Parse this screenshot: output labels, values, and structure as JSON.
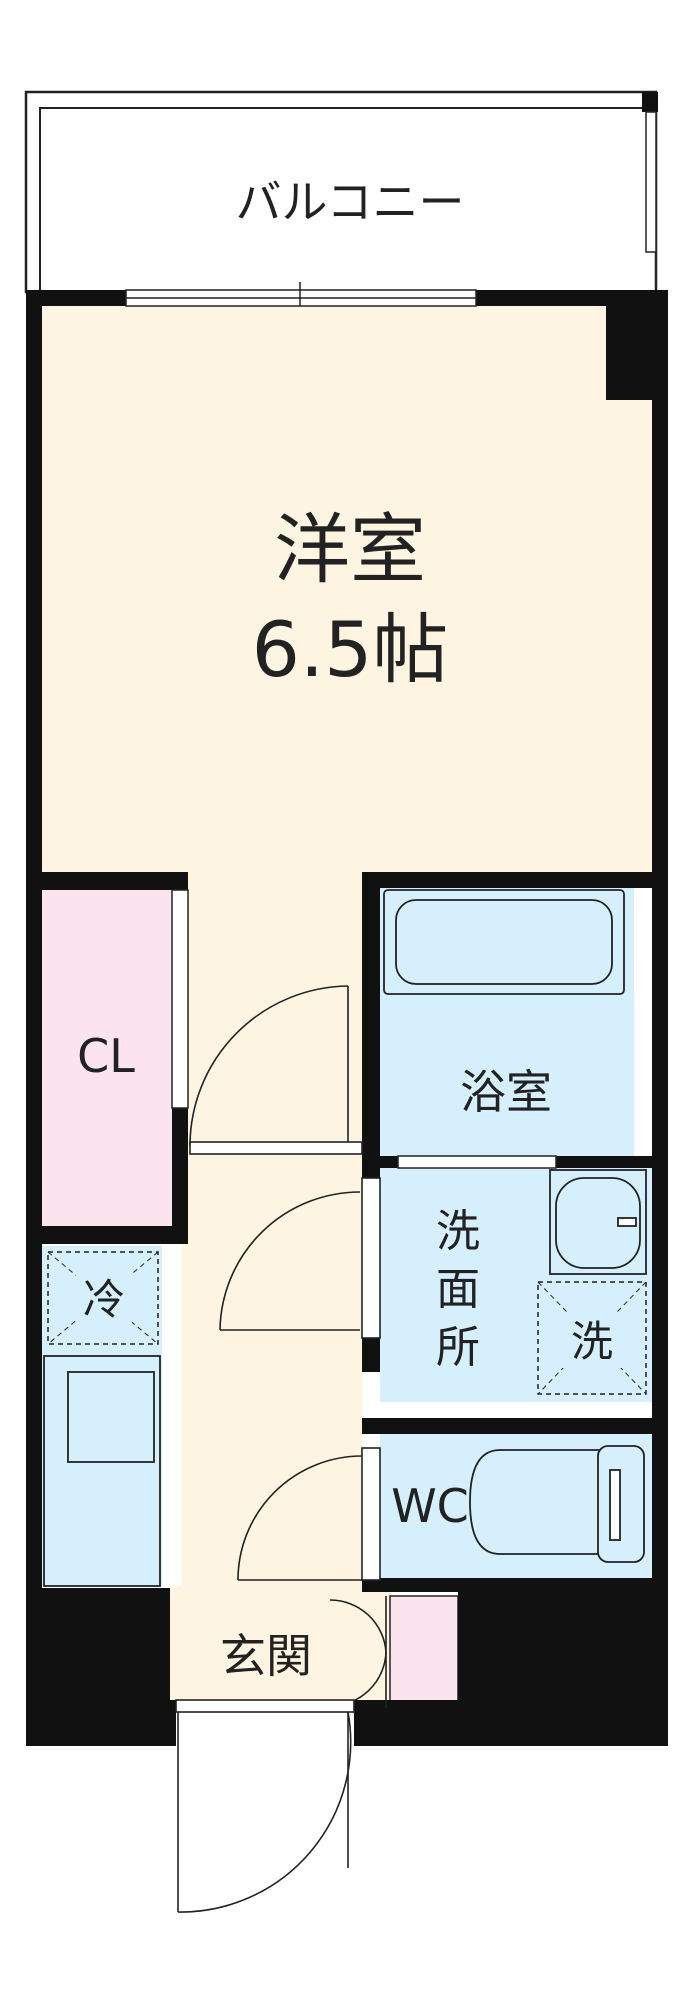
{
  "labels": {
    "balcony": "バルコニー",
    "western_room": "洋室",
    "western_room_size": "6.5帖",
    "closet": "CL",
    "bathroom": "浴室",
    "washroom_line1": "洗",
    "washroom_line2": "面",
    "washroom_line3": "所",
    "washer": "洗",
    "refrigerator": "冷",
    "toilet": "WC",
    "entrance": "玄関"
  },
  "colors": {
    "wall": "#111111",
    "living_floor": "#fdf5e2",
    "wet_area": "#d5effc",
    "closet": "#fbe4ee",
    "outline": "#222222",
    "background": "#ffffff"
  }
}
